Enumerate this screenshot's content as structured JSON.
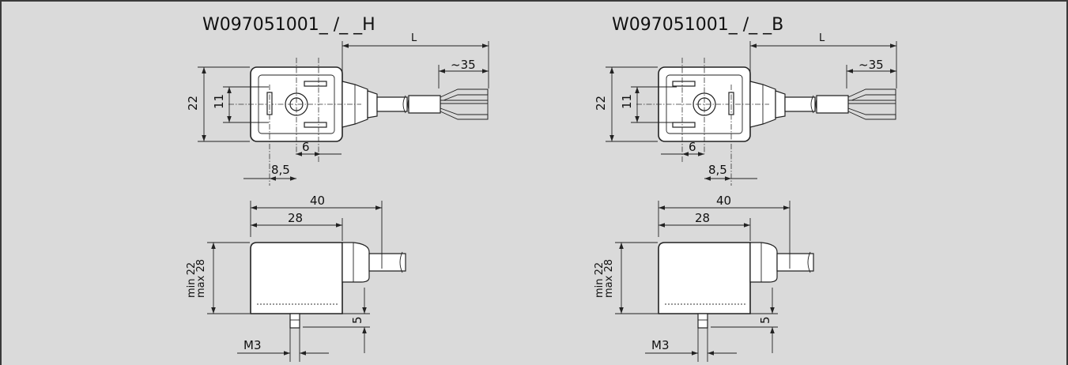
{
  "left": {
    "title": "W097051001_ /_ _H",
    "dims": {
      "L": "L",
      "cable_strip": "~35",
      "height": "22",
      "pin_spacing": "11",
      "offset_6": "6",
      "offset_85": "8,5",
      "width_40": "40",
      "width_28": "28",
      "side_height": "min 22\nmax 28",
      "side_height_min": "min 22",
      "side_height_max": "max 28",
      "screw_len": "5",
      "screw": "M3"
    }
  },
  "right": {
    "title": "W097051001_ /_ _B",
    "dims": {
      "L": "L",
      "cable_strip": "~35",
      "height": "22",
      "pin_spacing": "11",
      "offset_6": "6",
      "offset_85": "8,5",
      "width_40": "40",
      "width_28": "28",
      "side_height_min": "min 22",
      "side_height_max": "max 28",
      "screw_len": "5",
      "screw": "M3"
    }
  },
  "colors": {
    "background": "#dadada",
    "ink": "#222222",
    "body": "#ffffff"
  }
}
